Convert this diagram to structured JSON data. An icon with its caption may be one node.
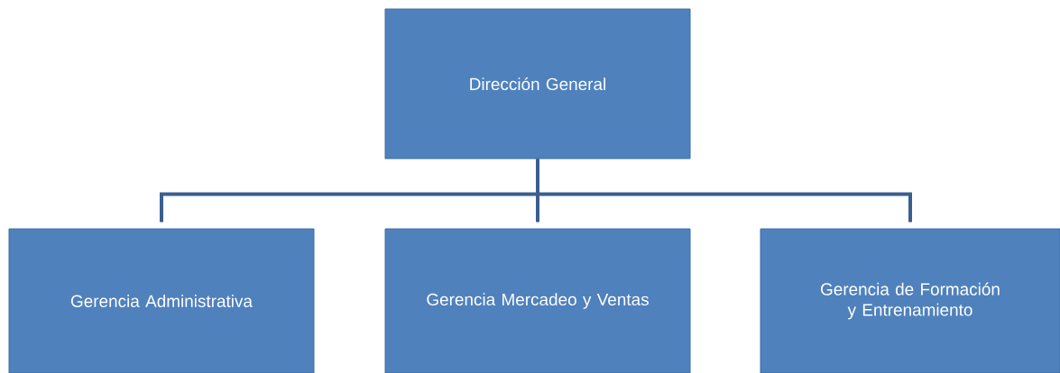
{
  "diagram": {
    "nodes": [
      {
        "text": [
          "Dirección General"
        ]
      },
      {
        "text": [
          "Gerencia Administrativa"
        ]
      },
      {
        "text": [
          "Gerencia Mercadeo y Ventas"
        ]
      },
      {
        "text": [
          "Gerencia de Formación y Entrenamiento"
        ]
      }
    ],
    "edges": [
      {
        "from": 0,
        "to": 1,
        "arrow": "none"
      },
      {
        "from": 0,
        "to": 2,
        "arrow": "none"
      },
      {
        "from": 0,
        "to": 3,
        "arrow": "none"
      }
    ]
  }
}
